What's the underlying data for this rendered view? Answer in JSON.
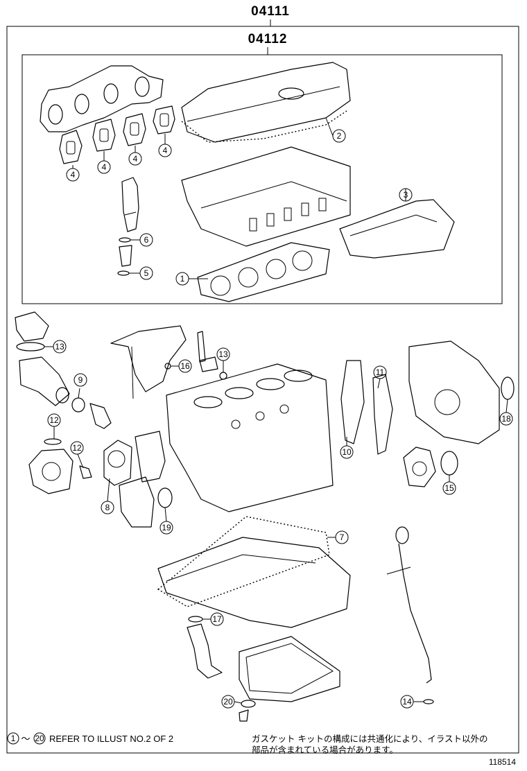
{
  "assembly": {
    "outer_code": "04111",
    "inner_code": "04112"
  },
  "callouts": [
    {
      "id": "c1",
      "label": "1"
    },
    {
      "id": "c2",
      "label": "2"
    },
    {
      "id": "c3",
      "label": "3"
    },
    {
      "id": "c4a",
      "label": "4"
    },
    {
      "id": "c4b",
      "label": "4"
    },
    {
      "id": "c4c",
      "label": "4"
    },
    {
      "id": "c4d",
      "label": "4"
    },
    {
      "id": "c5",
      "label": "5"
    },
    {
      "id": "c6",
      "label": "6"
    },
    {
      "id": "c7",
      "label": "7"
    },
    {
      "id": "c8",
      "label": "8"
    },
    {
      "id": "c9",
      "label": "9"
    },
    {
      "id": "c10",
      "label": "10"
    },
    {
      "id": "c11",
      "label": "11"
    },
    {
      "id": "c12a",
      "label": "12"
    },
    {
      "id": "c12b",
      "label": "12"
    },
    {
      "id": "c13a",
      "label": "13"
    },
    {
      "id": "c13b",
      "label": "13"
    },
    {
      "id": "c14",
      "label": "14"
    },
    {
      "id": "c15",
      "label": "15"
    },
    {
      "id": "c16",
      "label": "16"
    },
    {
      "id": "c17",
      "label": "17"
    },
    {
      "id": "c18",
      "label": "18"
    },
    {
      "id": "c19",
      "label": "19"
    },
    {
      "id": "c20",
      "label": "20"
    }
  ],
  "footer": {
    "range_start": "1",
    "range_tilde": "～",
    "range_end": "20",
    "refer_text": "REFER TO ILLUST NO.2 OF 2",
    "note_line1": "ガスケット キットの構成には共通化により、イラスト以外の",
    "note_line2": "部品が含まれている場合があります。",
    "illust_code": "118514"
  }
}
